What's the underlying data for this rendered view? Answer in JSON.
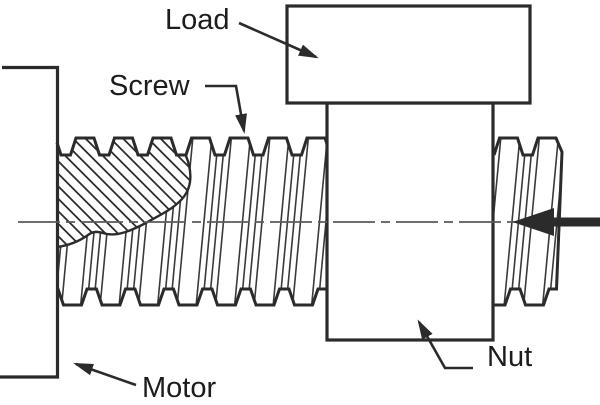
{
  "labels": {
    "load": "Load",
    "screw": "Screw",
    "motor": "Motor",
    "nut": "Nut"
  },
  "icons": {
    "force_arrow": "thick-left-arrow",
    "leader_arrows": "solid-triangle-pointer"
  },
  "colors": {
    "line": "#2b2b2b",
    "thread_line": "#3a3a3a",
    "centerline": "#5a5a5a",
    "text": "#1c1c1c",
    "background": "#ffffff"
  }
}
